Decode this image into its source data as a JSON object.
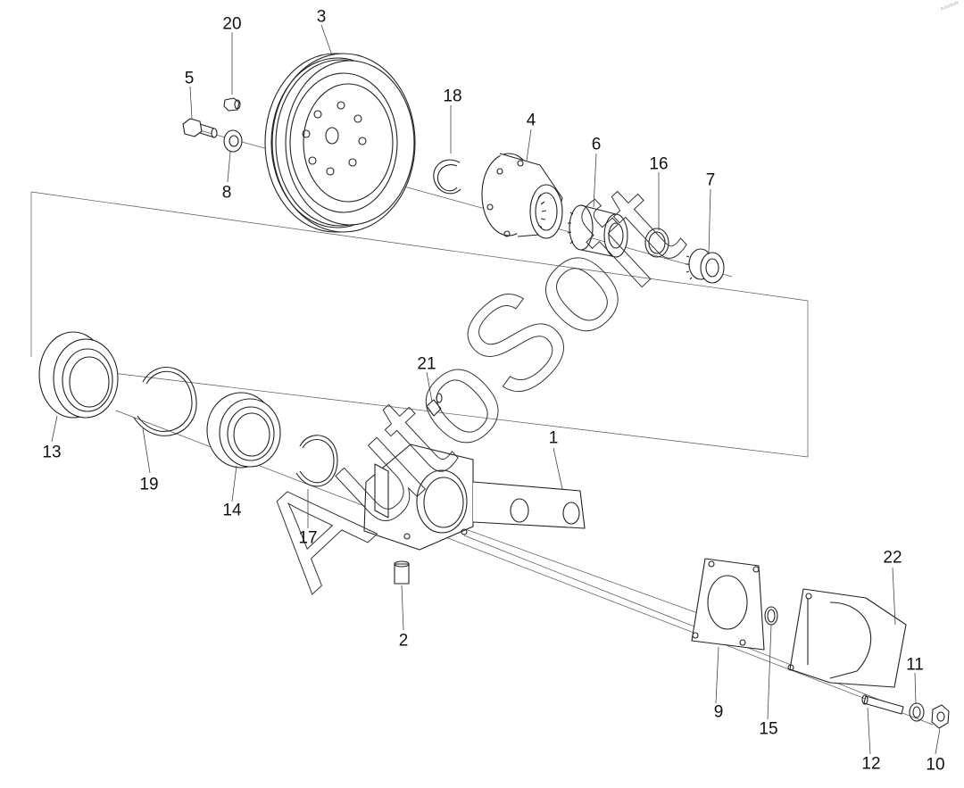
{
  "diagram": {
    "watermark": "AutoSoft",
    "corner_mark": "AutoSoft",
    "callouts": [
      {
        "id": "c1",
        "text": "1"
      },
      {
        "id": "c2",
        "text": "2"
      },
      {
        "id": "c3",
        "text": "3"
      },
      {
        "id": "c4",
        "text": "4"
      },
      {
        "id": "c5",
        "text": "5"
      },
      {
        "id": "c6",
        "text": "6"
      },
      {
        "id": "c7",
        "text": "7"
      },
      {
        "id": "c8",
        "text": "8"
      },
      {
        "id": "c9",
        "text": "9"
      },
      {
        "id": "c10",
        "text": "10"
      },
      {
        "id": "c11",
        "text": "11"
      },
      {
        "id": "c12",
        "text": "12"
      },
      {
        "id": "c13",
        "text": "13"
      },
      {
        "id": "c14",
        "text": "14"
      },
      {
        "id": "c15",
        "text": "15"
      },
      {
        "id": "c16",
        "text": "16"
      },
      {
        "id": "c17",
        "text": "17"
      },
      {
        "id": "c18",
        "text": "18"
      },
      {
        "id": "c19",
        "text": "19"
      },
      {
        "id": "c20",
        "text": "20"
      },
      {
        "id": "c21",
        "text": "21"
      },
      {
        "id": "c22",
        "text": "22"
      }
    ]
  }
}
